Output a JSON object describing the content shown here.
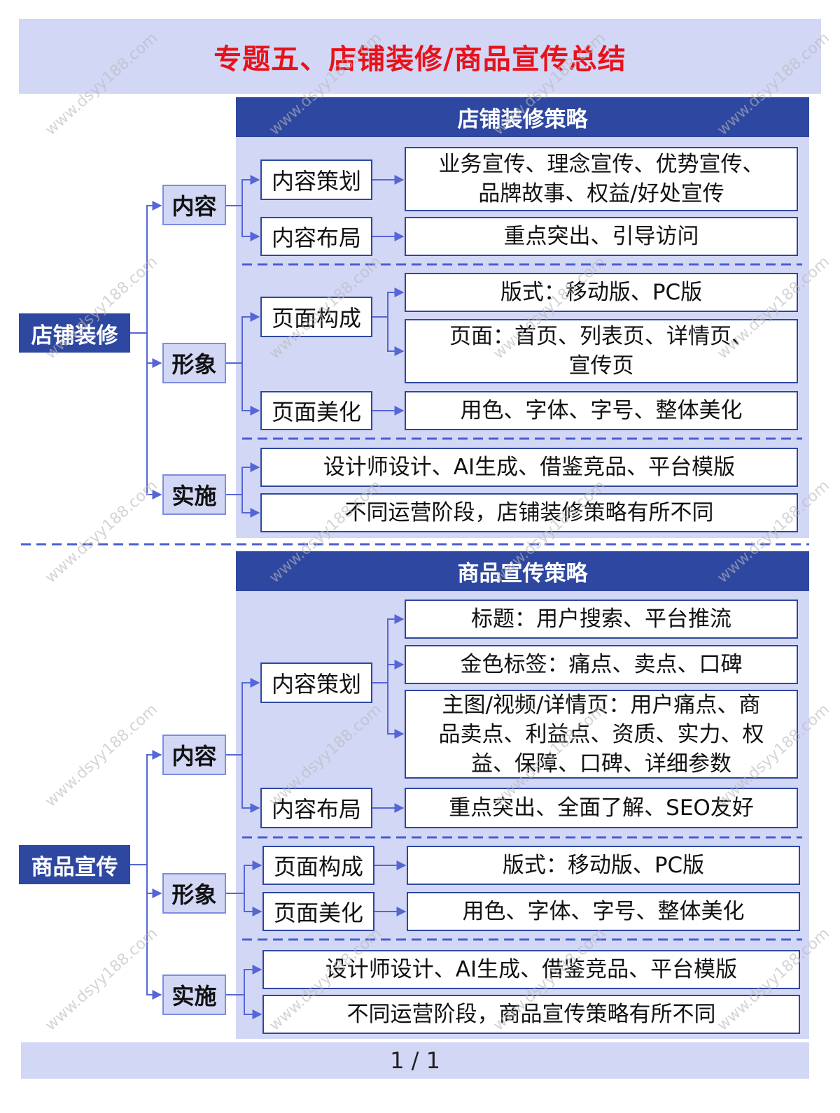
{
  "title": "专题五、店铺装修/商品宣传总结",
  "watermark": "www.dsyy188.com",
  "footer": {
    "page": "1 / 1"
  },
  "colors": {
    "title_red": "#e8121a",
    "navy": "#2e47a0",
    "lavender": "#d2d7f6",
    "connector": "#5566d6"
  },
  "sections": [
    {
      "header": "店铺装修策略",
      "root": "店铺装修",
      "categories": [
        {
          "label": "内容",
          "subs": [
            {
              "label": "内容策划",
              "leaves": [
                "业务宣传、理念宣传、优势宣传、\n品牌故事、权益/好处宣传"
              ]
            },
            {
              "label": "内容布局",
              "leaves": [
                "重点突出、引导访问"
              ]
            }
          ]
        },
        {
          "label": "形象",
          "subs": [
            {
              "label": "页面构成",
              "leaves": [
                "版式：移动版、PC版",
                "页面：首页、列表页、详情页、\n宣传页"
              ]
            },
            {
              "label": "页面美化",
              "leaves": [
                "用色、字体、字号、整体美化"
              ]
            }
          ]
        },
        {
          "label": "实施",
          "leaves": [
            "设计师设计、AI生成、借鉴竞品、平台模版",
            "不同运营阶段，店铺装修策略有所不同"
          ]
        }
      ]
    },
    {
      "header": "商品宣传策略",
      "root": "商品宣传",
      "categories": [
        {
          "label": "内容",
          "subs": [
            {
              "label": "内容策划",
              "leaves": [
                "标题：用户搜索、平台推流",
                "金色标签：痛点、卖点、口碑",
                "主图/视频/详情页：用户痛点、商\n品卖点、利益点、资质、实力、权\n益、保障、口碑、详细参数"
              ]
            },
            {
              "label": "内容布局",
              "leaves": [
                "重点突出、全面了解、SEO友好"
              ]
            }
          ]
        },
        {
          "label": "形象",
          "subs": [
            {
              "label": "页面构成",
              "leaves": [
                "版式：移动版、PC版"
              ]
            },
            {
              "label": "页面美化",
              "leaves": [
                "用色、字体、字号、整体美化"
              ]
            }
          ]
        },
        {
          "label": "实施",
          "leaves": [
            "设计师设计、AI生成、借鉴竞品、平台模版",
            "不同运营阶段，商品宣传策略有所不同"
          ]
        }
      ]
    }
  ]
}
